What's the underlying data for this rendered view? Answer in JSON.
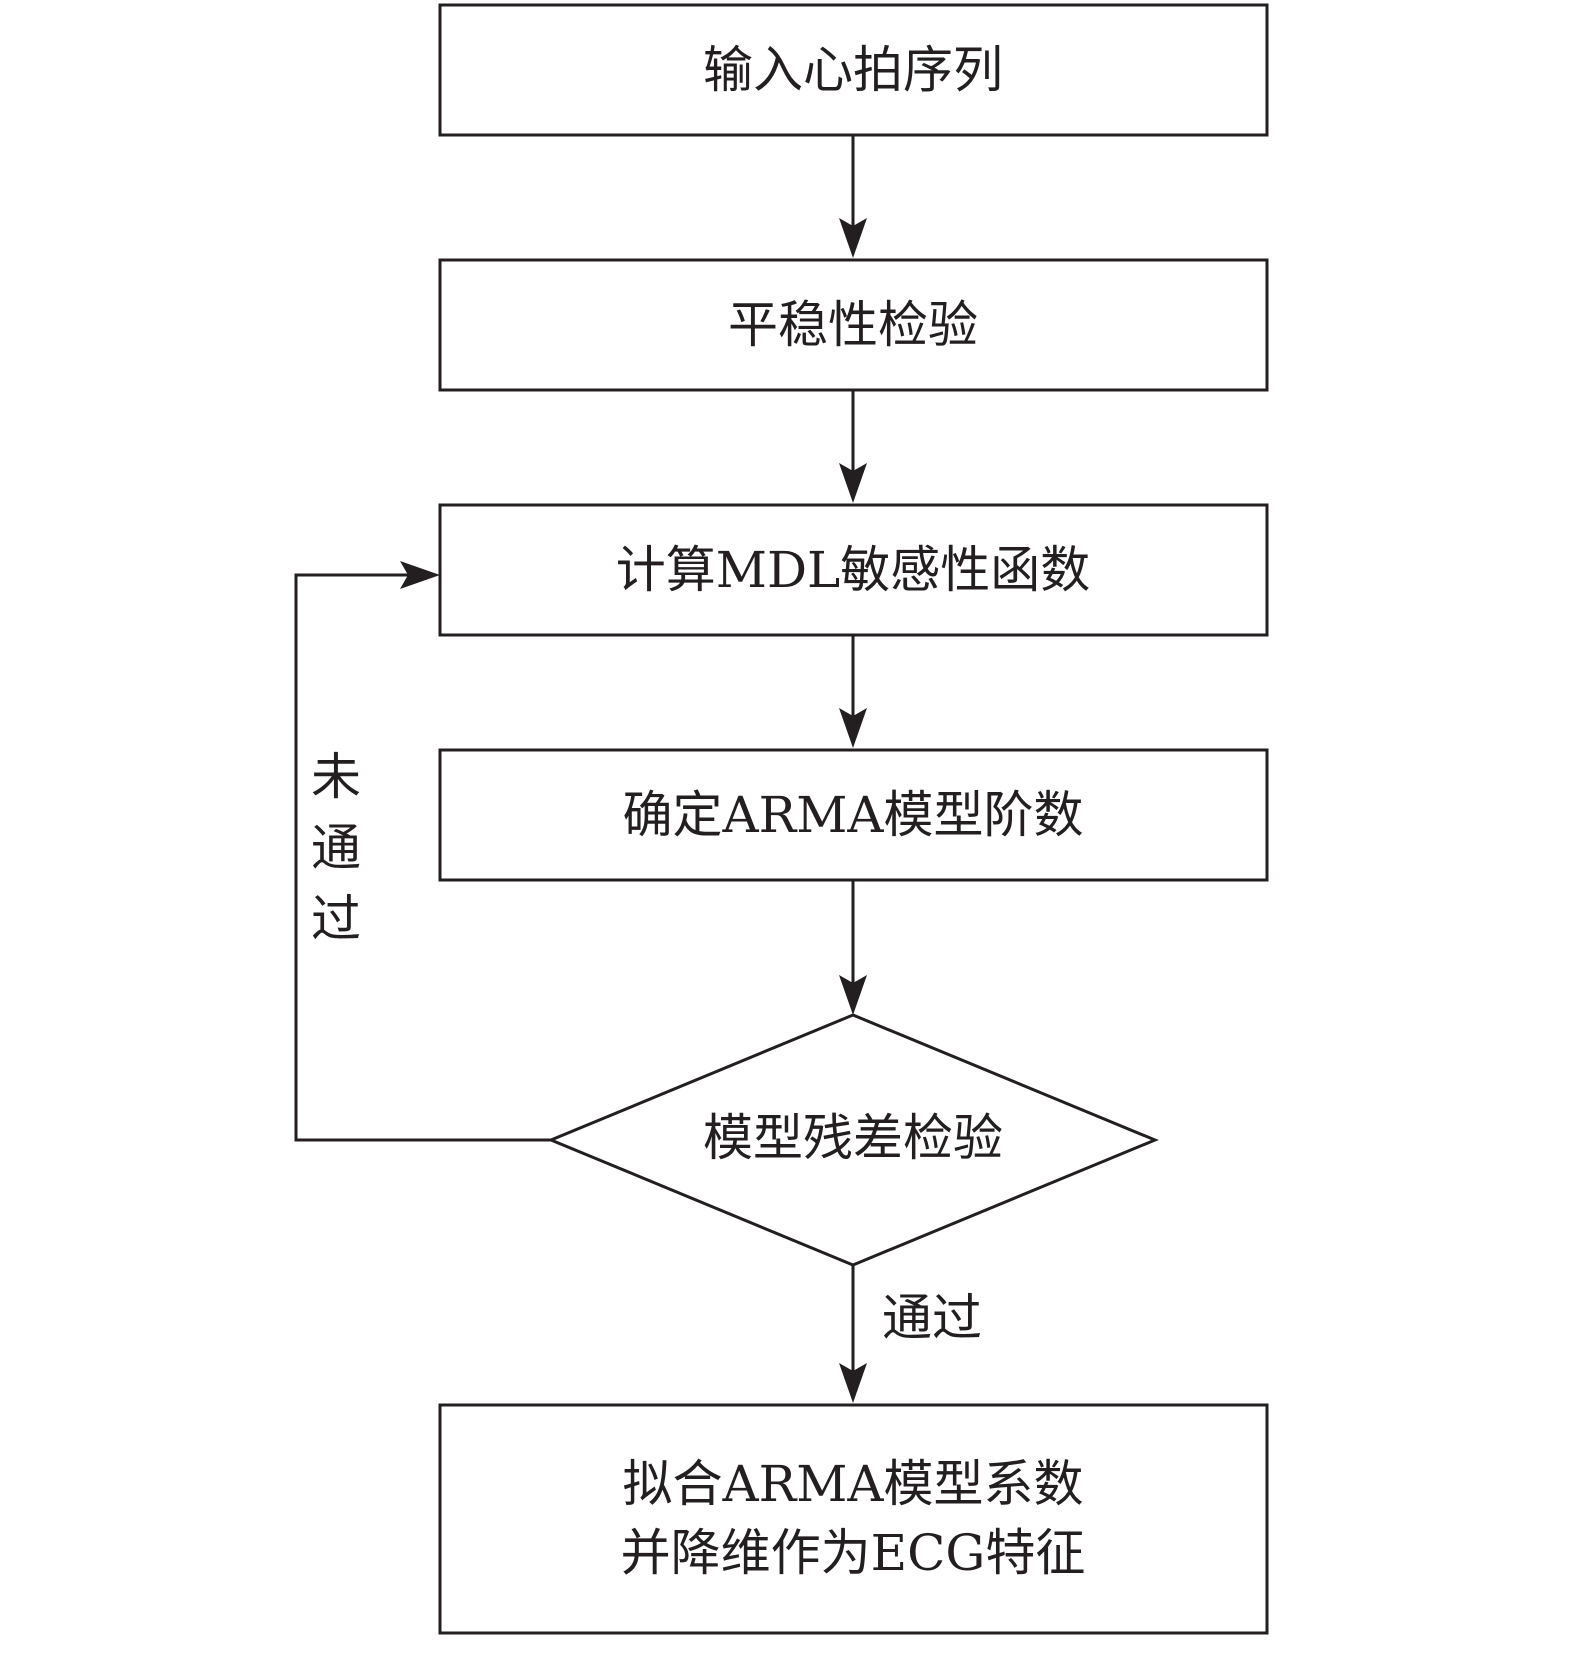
{
  "flowchart": {
    "colors": {
      "stroke": "#231f20",
      "fill": "#ffffff",
      "text": "#231f20"
    },
    "nodes": {
      "input": {
        "shape": "rect",
        "label": "输入心拍序列"
      },
      "stationarity": {
        "shape": "rect",
        "label": "平稳性检验"
      },
      "mdl": {
        "shape": "rect",
        "label": "计算MDL敏感性函数"
      },
      "order": {
        "shape": "rect",
        "label": "确定ARMA模型阶数"
      },
      "residual": {
        "shape": "diamond",
        "label": "模型残差检验"
      },
      "fit": {
        "shape": "rect",
        "label_line1": "拟合ARMA模型系数",
        "label_line2": "并降维作为ECG特征"
      }
    },
    "edges": {
      "input_to_stationarity": {
        "from": "input",
        "to": "stationarity"
      },
      "stationarity_to_mdl": {
        "from": "stationarity",
        "to": "mdl"
      },
      "mdl_to_order": {
        "from": "mdl",
        "to": "order"
      },
      "order_to_residual": {
        "from": "order",
        "to": "residual"
      },
      "residual_to_fit": {
        "from": "residual",
        "to": "fit",
        "label": "通过"
      },
      "residual_to_mdl": {
        "from": "residual",
        "to": "mdl",
        "label_chars": [
          "未",
          "通",
          "过"
        ]
      }
    }
  }
}
